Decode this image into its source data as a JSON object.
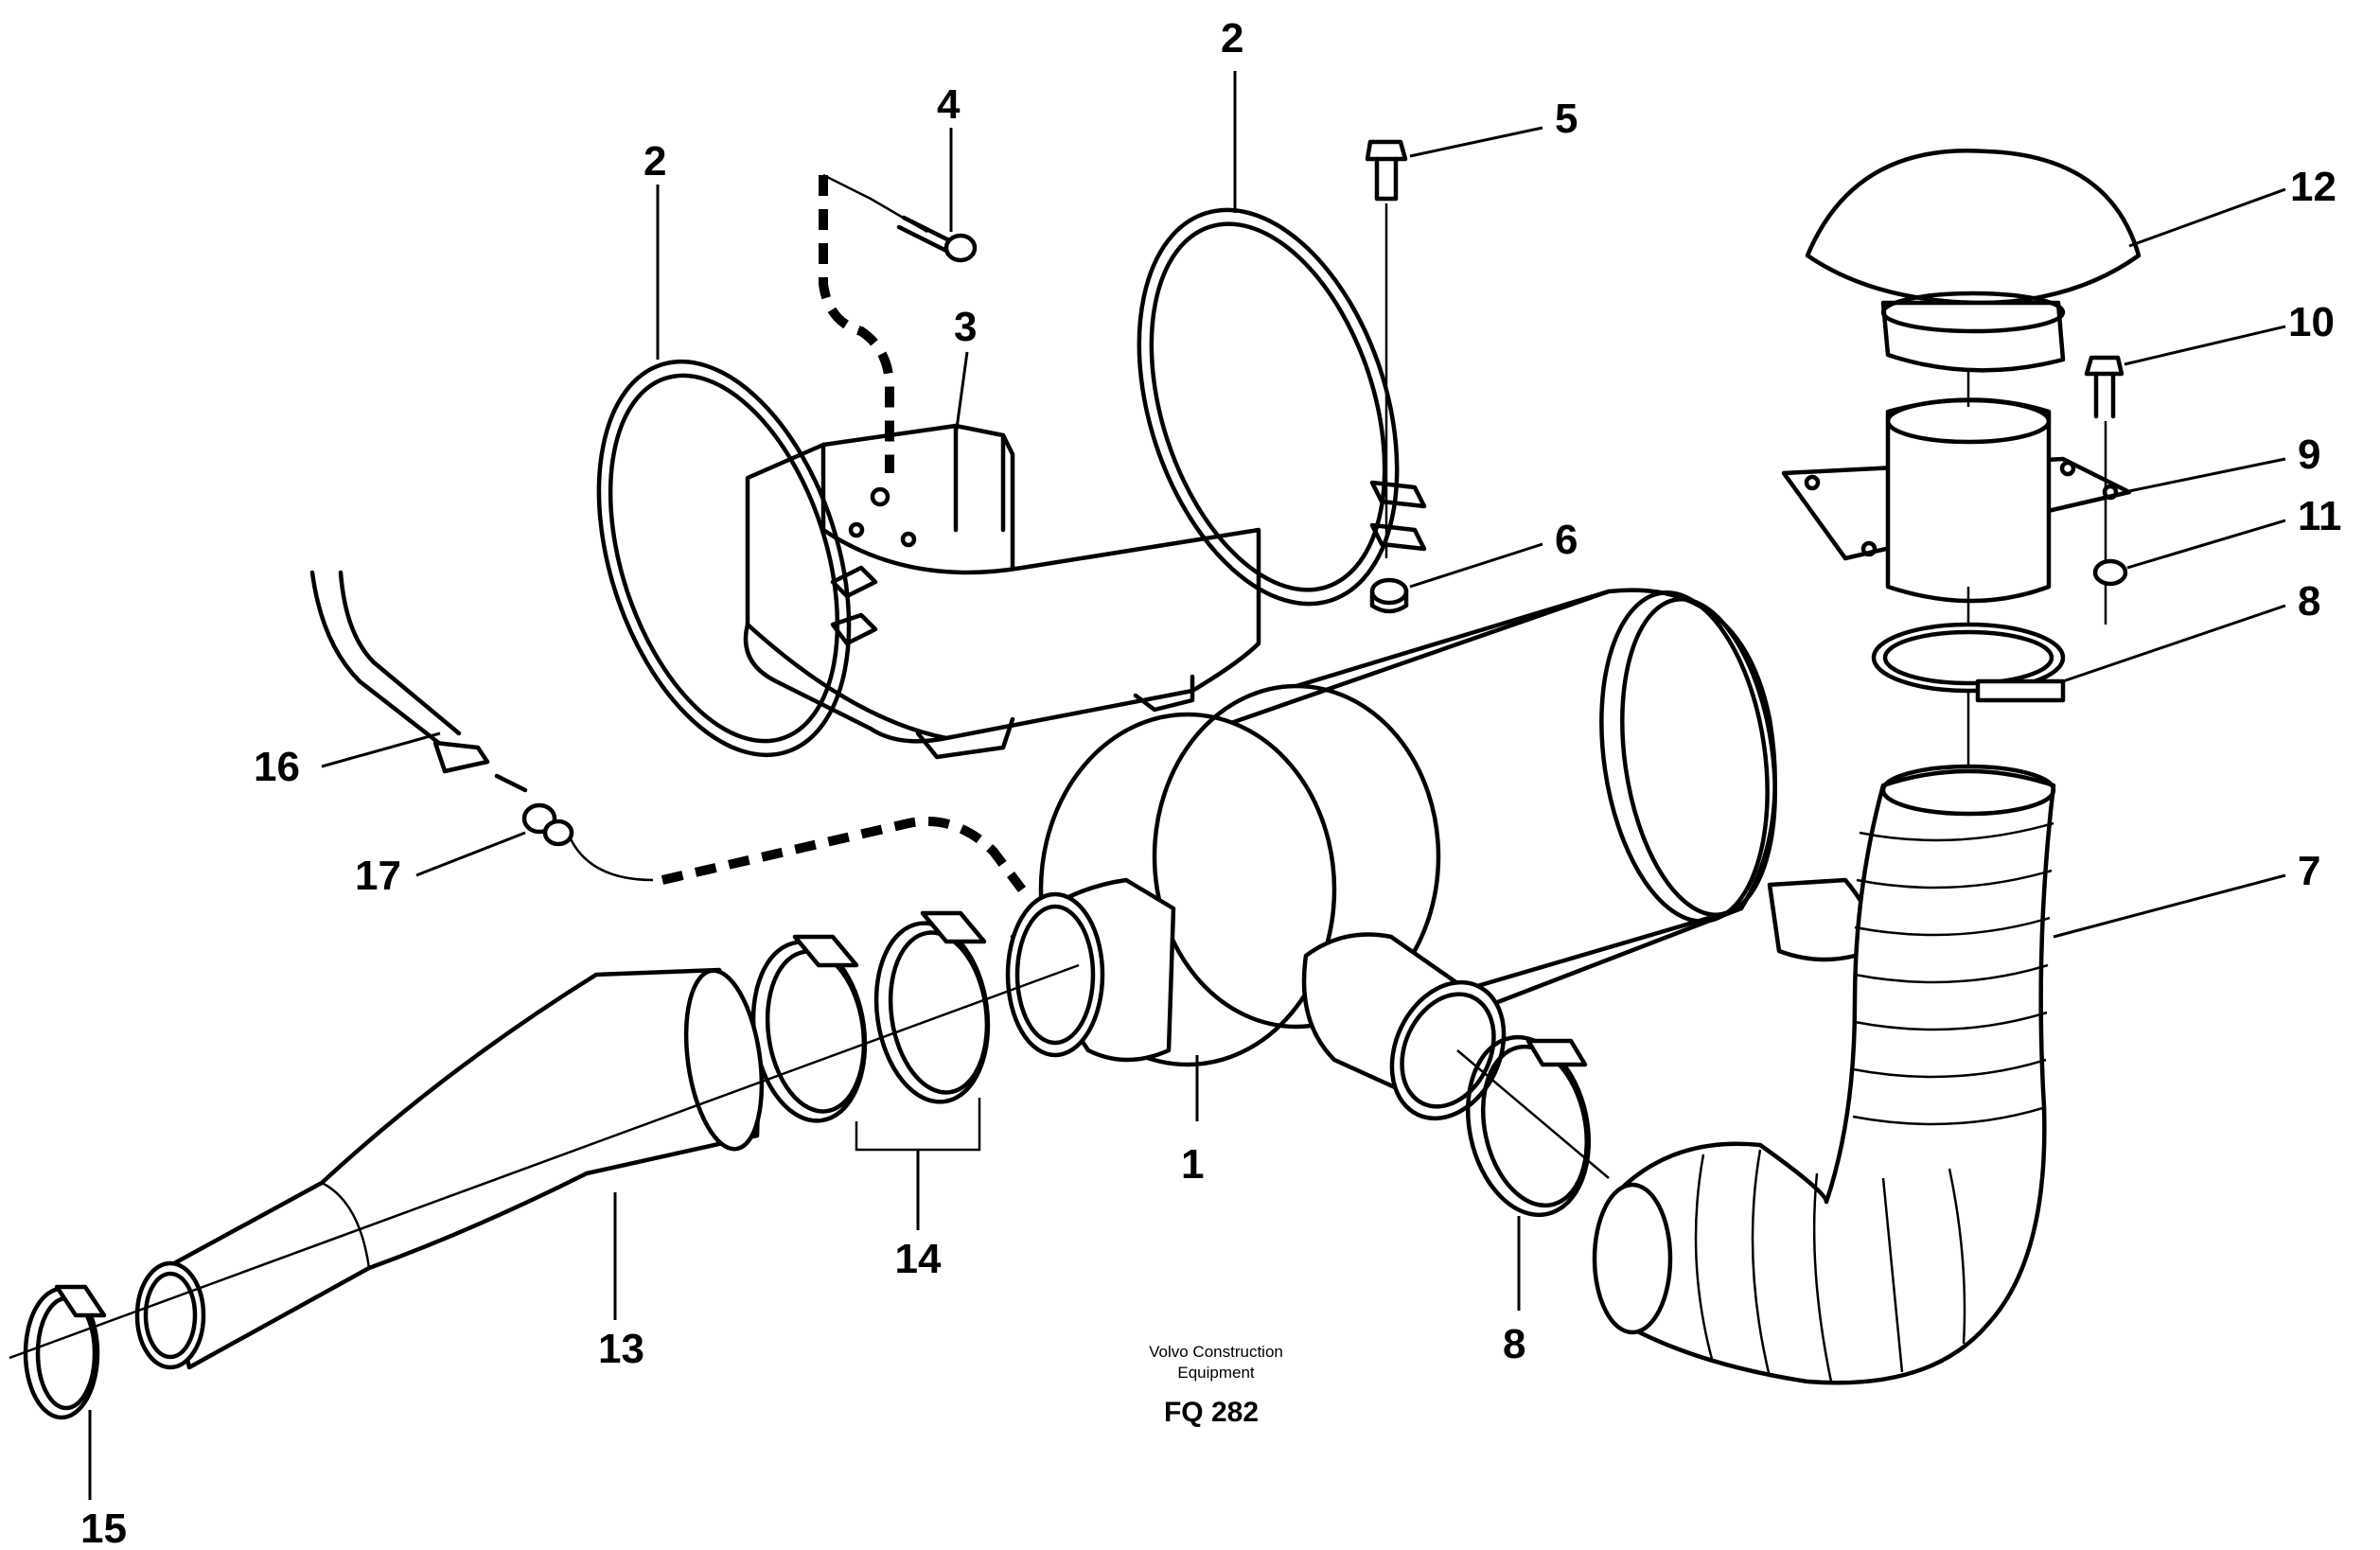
{
  "diagram": {
    "caption": {
      "line1": "Volvo Construction",
      "line2": "Equipment",
      "code": "FQ 282"
    },
    "callouts": {
      "c1": "1",
      "c2a": "2",
      "c2b": "2",
      "c3": "3",
      "c4": "4",
      "c5": "5",
      "c6": "6",
      "c7": "7",
      "c8a": "8",
      "c8b": "8",
      "c9": "9",
      "c10": "10",
      "c11": "11",
      "c12": "12",
      "c13": "13",
      "c14": "14",
      "c15": "15",
      "c16": "16",
      "c17": "17"
    }
  }
}
